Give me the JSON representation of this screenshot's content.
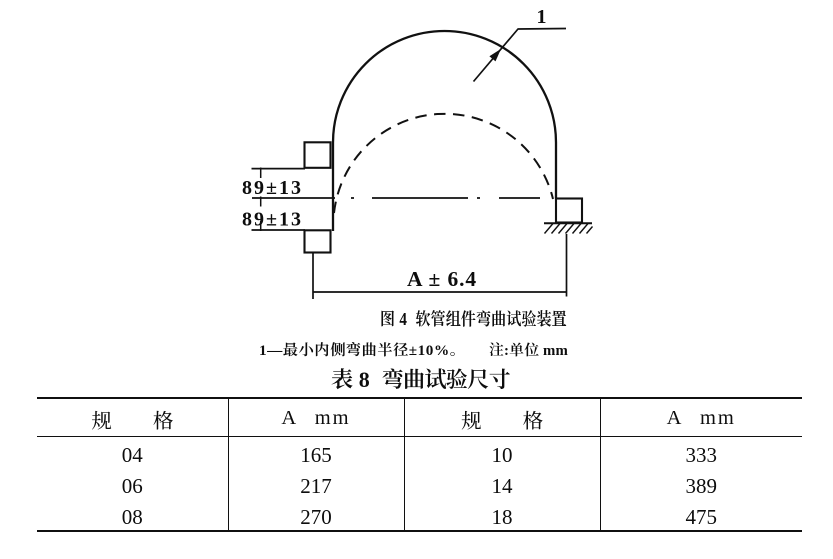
{
  "page": {
    "background_color": "#ffffff",
    "ink_color": "#0d0d0d"
  },
  "figure": {
    "part_label": "1",
    "upper_offset_dim": "89±13",
    "lower_offset_dim": "89±13",
    "span_dim": "A ± 6.4",
    "caption": "图 4  软管组件弯曲试验装置",
    "legend_note": "1—最小内侧弯曲半径±10%。",
    "unit_note": "注:单位 mm"
  },
  "table": {
    "title": "表 8  弯曲试验尺寸",
    "columns": [
      "规 格",
      "A mm",
      "规 格",
      "A mm"
    ],
    "rows": [
      [
        "04",
        "165",
        "10",
        "333"
      ],
      [
        "06",
        "217",
        "14",
        "389"
      ],
      [
        "08",
        "270",
        "18",
        "475"
      ]
    ]
  }
}
